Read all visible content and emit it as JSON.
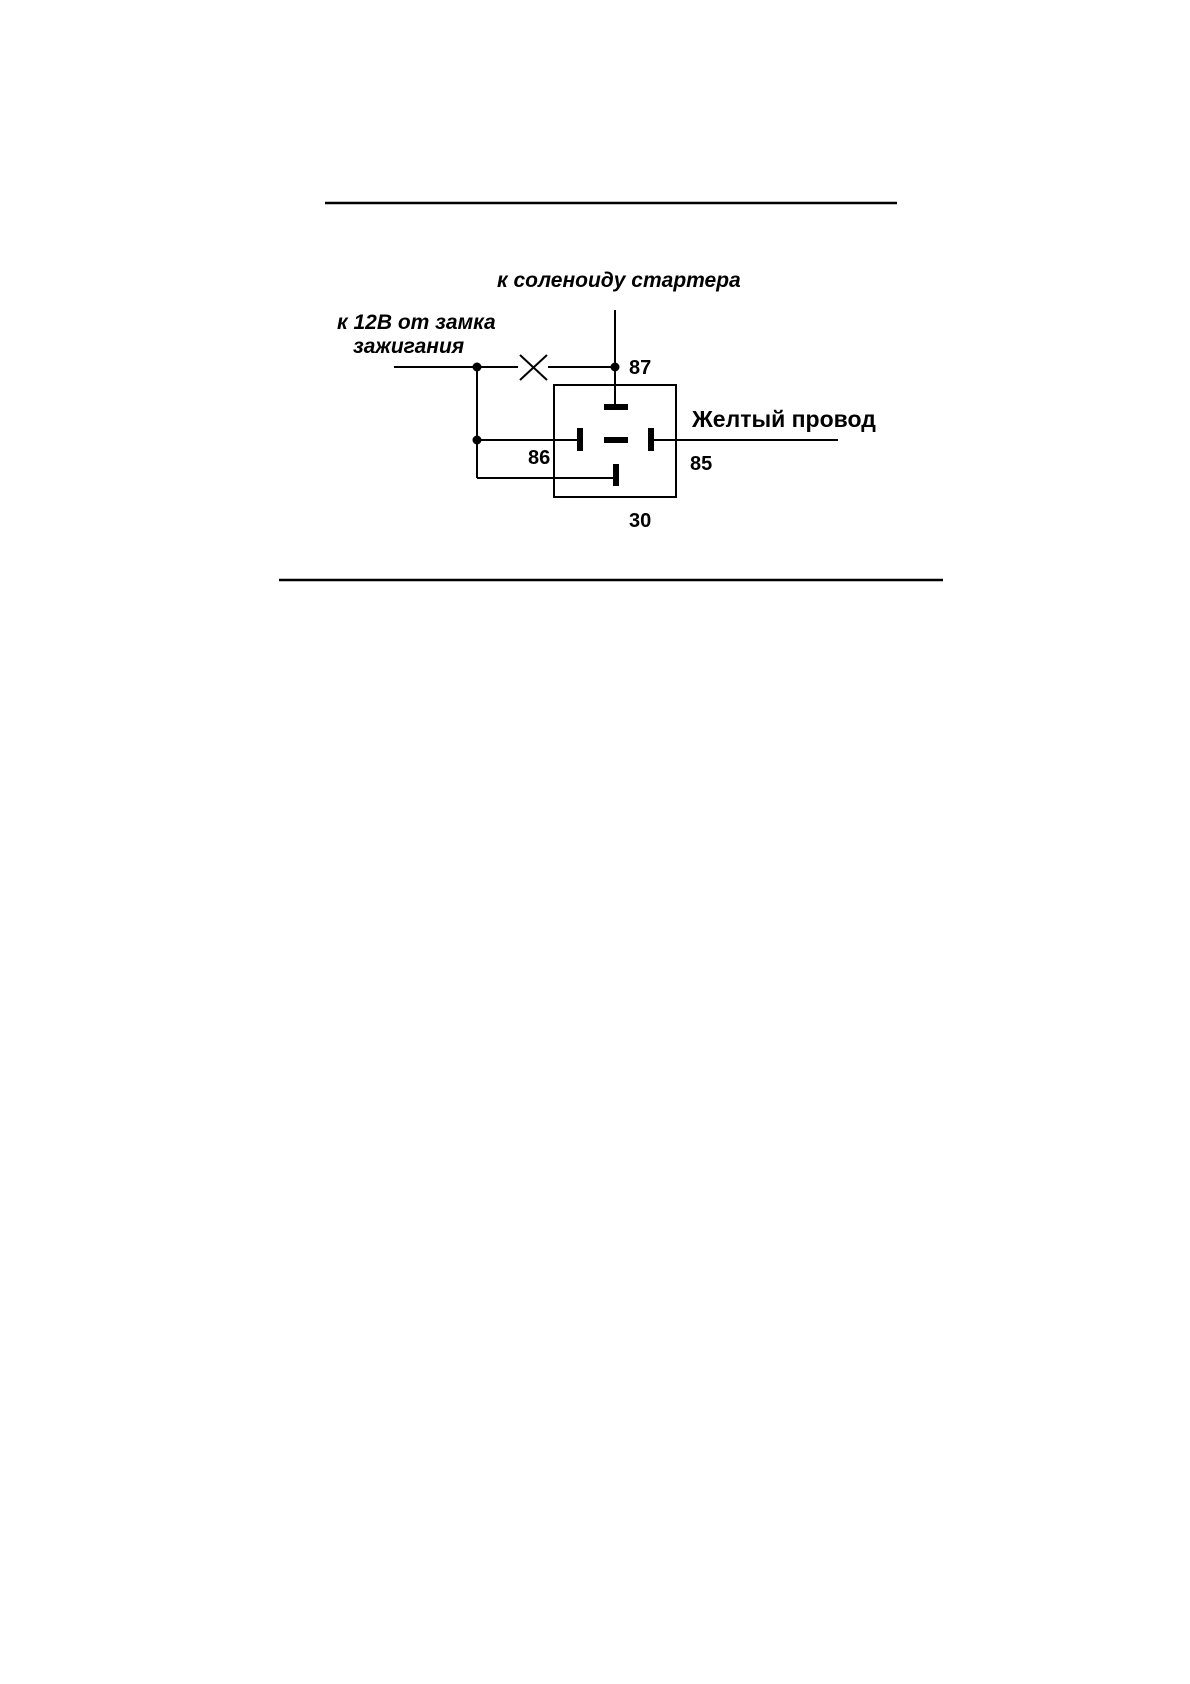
{
  "labels": {
    "starter_solenoid": "к соленоиду стартера",
    "ignition_line1": "к 12В от замка",
    "ignition_line2": "зажигания",
    "yellow_wire": "Желтый провод"
  },
  "pins": {
    "p87": "87",
    "p86": "86",
    "p85": "85",
    "p30": "30"
  }
}
